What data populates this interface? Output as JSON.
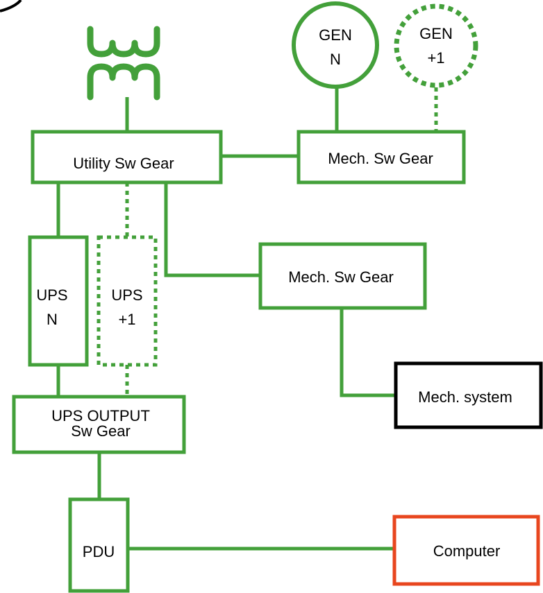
{
  "colors": {
    "line": "#43a03a",
    "computer": "#e8461e",
    "mech_system": "#000000",
    "background": "#ffffff"
  },
  "utility": {
    "transformer_icon": "transformer-icon",
    "switchgear_label": "Utility Sw Gear"
  },
  "generators": {
    "gen_n": {
      "line1": "GEN",
      "line2": "N"
    },
    "gen_plus1": {
      "line1": "GEN",
      "line2": "+1"
    },
    "mech_switchgear_label": "Mech. Sw Gear"
  },
  "mechanical": {
    "switchgear_label": "Mech. Sw Gear",
    "system_label": "Mech. system"
  },
  "ups": {
    "ups_n": {
      "line1": "UPS",
      "line2": "N"
    },
    "ups_plus1": {
      "line1": "UPS",
      "line2": "+1"
    },
    "output_line1": "UPS OUTPUT",
    "output_line2": "Sw Gear"
  },
  "distribution": {
    "pdu_label": "PDU",
    "computer_label": "Computer"
  }
}
